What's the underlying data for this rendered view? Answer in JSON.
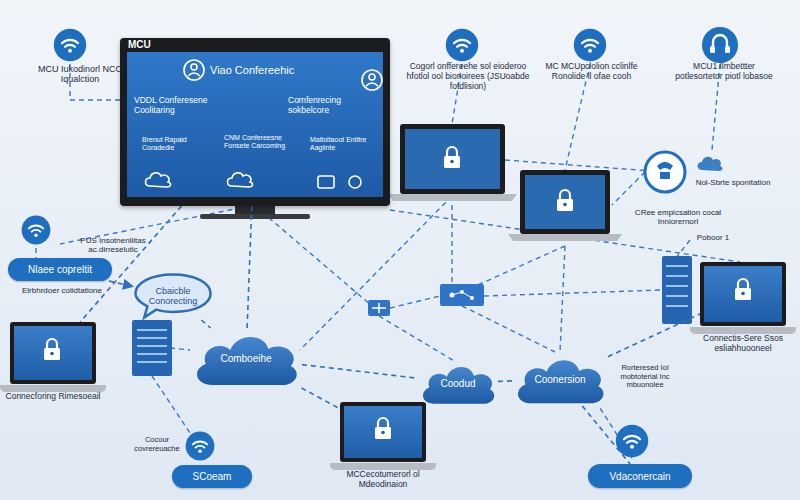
{
  "diagram": {
    "nodes": [
      {
        "text": [
          "MCU",
          "Viao Confereehic",
          "VDDL Conferesene Coolitaring",
          "Comfenrecing sokbelcore",
          "Brenut Rapaid Coradedie",
          "CNM Confereesne Fonsete Carcoming",
          "Maltoitaoot Entitre Aagiinte"
        ]
      },
      {
        "text": [
          "Nlaee copreltit"
        ]
      },
      {
        "text": [
          "Cbaicble Conorecting"
        ]
      },
      {
        "text": [
          "Connectis-Sere Ssos esliahhuooneel"
        ]
      },
      {
        "text": [
          "Connecforing Rimesoeail"
        ]
      },
      {
        "text": [
          "Comboeihe"
        ]
      },
      {
        "text": [
          "Coonersion"
        ]
      },
      {
        "text": [
          "Coodud"
        ]
      },
      {
        "text": [
          "MCCecotumerorl ol Mdeodinaion"
        ]
      },
      {
        "text": [
          "SCoeam"
        ]
      },
      {
        "text": [
          "Vdaconercain"
        ]
      }
    ],
    "edges": [
      {
        "from": 0,
        "to": 5,
        "arrow": "none"
      },
      {
        "from": 0,
        "to": 4,
        "arrow": "none"
      },
      {
        "from": 1,
        "to": 2,
        "arrow": "to"
      },
      {
        "from": 5,
        "to": 8,
        "arrow": "none"
      },
      {
        "from": 7,
        "to": 8,
        "arrow": "none"
      },
      {
        "from": 5,
        "to": 7,
        "arrow": "none"
      },
      {
        "from": 7,
        "to": 6,
        "arrow": "none"
      },
      {
        "from": 6,
        "to": 3,
        "arrow": "none"
      },
      {
        "from": 6,
        "to": 10,
        "arrow": "none"
      },
      {
        "from": 2,
        "to": 5,
        "arrow": "none"
      }
    ],
    "labels": [
      "MCU Iukodinorl NCC Iqualction",
      "Cogorl onffereehe sol eioderoo hfotlol ool bionoirees (JSUoabde fotdlision)",
      "MC MCUpclolion cclinlfe Ronolide ll ofae cooh",
      "MCU1 Ilmbettter potlesortetor piotl lobasoe",
      "Nol-Sbrte sponitation",
      "CRee emplcsation cocal Inniorernorl",
      "Poboor 1",
      "PUS Insotnenliitas ac.dirreselutic",
      "Elrbhrdoer colidtatione",
      "Rorteresed Iol mobtoterial Inc mbuonolee",
      "Cocour covrereuache"
    ]
  }
}
